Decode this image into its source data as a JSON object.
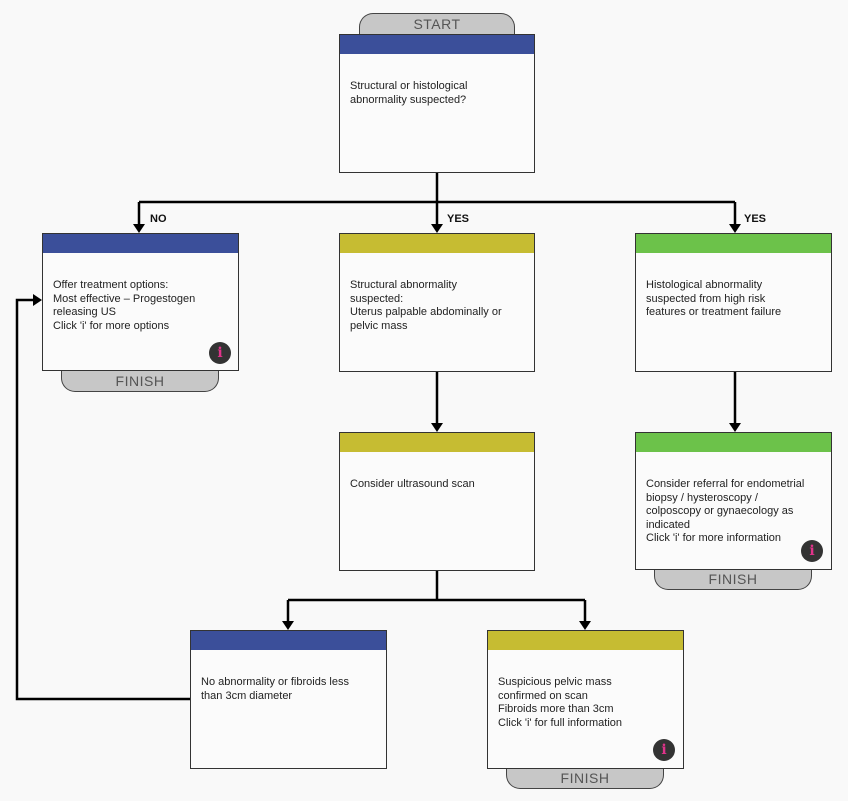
{
  "colors": {
    "blue": "#3b4f9a",
    "olive": "#c6bc32",
    "green": "#6cc24a",
    "connector": "#000000",
    "info_icon": "#e0338a"
  },
  "start": {
    "label": "START"
  },
  "nodes": {
    "start_question": {
      "text": "Structural or histological\nabnormality suspected?"
    },
    "offer_treatment": {
      "text": "Offer treatment options:\nMost effective – Progestogen\nreleasing US\nClick 'i' for more options",
      "finish": "FINISH",
      "info_icon": "info-icon"
    },
    "structural": {
      "text": "Structural abnormality\nsuspected:\nUterus palpable abdominally or\npelvic mass"
    },
    "histological": {
      "text": "Histological abnormality\nsuspected from high risk\nfeatures or treatment failure"
    },
    "ultrasound": {
      "text": "Consider ultrasound scan"
    },
    "referral": {
      "text": "Consider referral for endometrial\nbiopsy / hysteroscopy /\ncolposcopy or gynaecology as\nindicated\nClick 'i' for more information",
      "finish": "FINISH",
      "info_icon": "info-icon"
    },
    "no_abnormality": {
      "text": "No abnormality or fibroids less\nthan 3cm diameter"
    },
    "suspicious_mass": {
      "text": "Suspicious pelvic mass\nconfirmed on scan\nFibroids more than 3cm\nClick 'i' for full information",
      "finish": "FINISH",
      "info_icon": "info-icon"
    }
  },
  "edge_labels": {
    "no": "NO",
    "yes_structural": "YES",
    "yes_histological": "YES"
  }
}
